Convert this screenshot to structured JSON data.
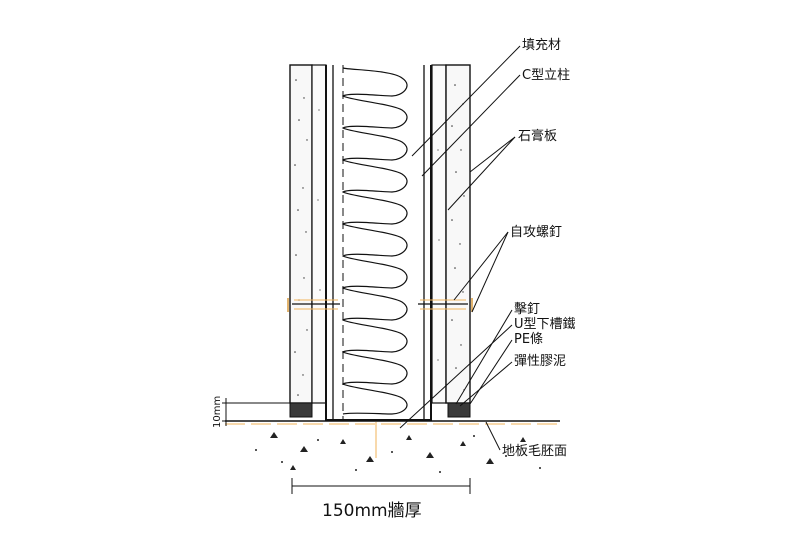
{
  "labels": {
    "fill_material": "填充材",
    "c_stud": "C型立柱",
    "gypsum_board": "石膏板",
    "self_tapping_screw": "自攻螺釘",
    "nail": "擊釘",
    "u_track": "U型下槽鐵",
    "pe_strip": "PE條",
    "elastic_sealant": "彈性膠泥",
    "floor_slab": "地板毛胚面"
  },
  "dimensions": {
    "wall_thickness": "150mm牆厚",
    "base_gap": "10mm"
  },
  "colors": {
    "line": "#111111",
    "board_fill": "#f7f7f7",
    "screw_highlight": "#f2b35a",
    "floor_speckle": "#222222"
  }
}
